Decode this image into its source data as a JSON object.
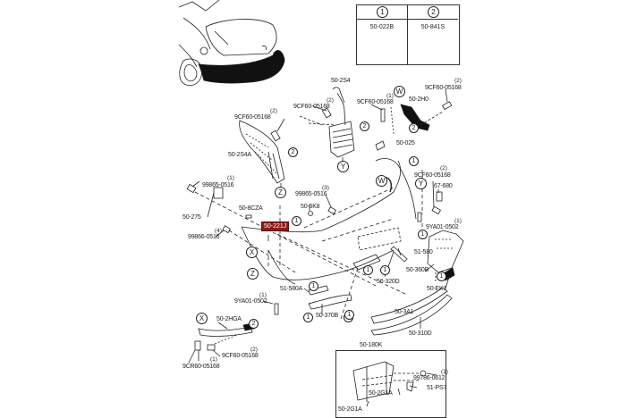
{
  "diagram": {
    "title": "Rear Bumper Assembly Parts Diagram",
    "legend": {
      "columns": [
        {
          "ref": "1",
          "part_number": "50-022B",
          "icon": "push-clip-icon"
        },
        {
          "ref": "2",
          "part_number": "50-841S",
          "icon": "grommet-icon"
        }
      ]
    },
    "highlighted_part": "50-221J",
    "parts": [
      {
        "id": "50-2S4",
        "label": "50-2S4"
      },
      {
        "id": "50-2S4A",
        "label": "50-2S4A"
      },
      {
        "id": "50-2H0",
        "label": "50-2H0"
      },
      {
        "id": "50-025",
        "label": "50-025"
      },
      {
        "id": "67-680",
        "label": "67-680"
      },
      {
        "id": "50-275",
        "label": "50-275"
      },
      {
        "id": "50-8CZA",
        "label": "50-8CZA"
      },
      {
        "id": "50-6K8",
        "label": "50-6K8"
      },
      {
        "id": "50-221J",
        "label": "50-221J"
      },
      {
        "id": "51-580",
        "label": "51-580"
      },
      {
        "id": "50-360B",
        "label": "50-360B"
      },
      {
        "id": "56-320D",
        "label": "56-320D"
      },
      {
        "id": "50-EK1",
        "label": "50-EK1"
      },
      {
        "id": "51-580A",
        "label": "51-580A"
      },
      {
        "id": "50-370B",
        "label": "50-370B"
      },
      {
        "id": "50-3A1",
        "label": "50-3A1"
      },
      {
        "id": "50-310D",
        "label": "50-310D"
      },
      {
        "id": "50-2HGA",
        "label": "50-2HGA"
      },
      {
        "id": "50-180K",
        "label": "50-180K"
      },
      {
        "id": "50-2G1A",
        "label": "50-2G1A"
      },
      {
        "id": "51-PS7",
        "label": "51-PS7"
      }
    ],
    "fasteners": [
      {
        "label": "9CF60-05168",
        "qty": "(2)"
      },
      {
        "label": "9CF60-05168",
        "qty": "(2)"
      },
      {
        "label": "9CF60-05168",
        "qty": "(1)"
      },
      {
        "label": "9CF60-05168",
        "qty": "(2)"
      },
      {
        "label": "9CF60-05168",
        "qty": "(2)"
      },
      {
        "label": "99865-0516",
        "qty": "(1)"
      },
      {
        "label": "99865-0516",
        "qty": "(3)"
      },
      {
        "label": "99866-0516",
        "qty": "(4)"
      },
      {
        "label": "9YA01-0502",
        "qty": "(1)"
      },
      {
        "label": "9YA01-0502",
        "qty": "(1)"
      },
      {
        "label": "9CF60-05168",
        "qty": "(2)"
      },
      {
        "label": "9CR60-05168",
        "qty": "(1)"
      },
      {
        "label": "99786-0612",
        "qty": "(1)"
      }
    ],
    "view_markers": [
      "W",
      "X",
      "Y",
      "Z"
    ],
    "ref_markers": [
      "1",
      "2"
    ]
  }
}
